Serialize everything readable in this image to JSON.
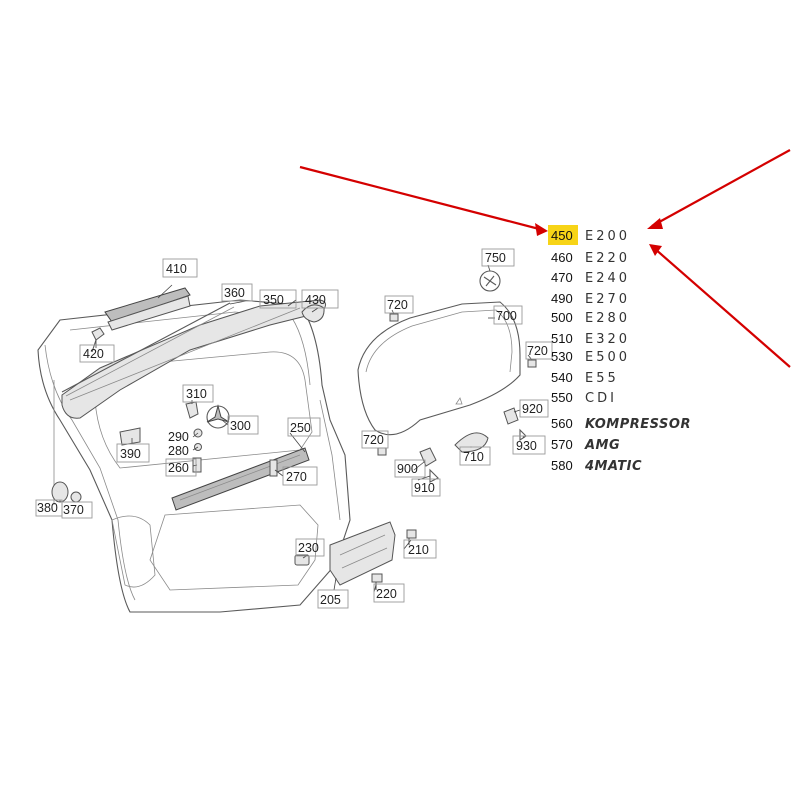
{
  "callouts": {
    "c410": "410",
    "c360": "360",
    "c350": "350",
    "c430": "430",
    "c420": "420",
    "c310": "310",
    "c300": "300",
    "c290": "290",
    "c280": "280",
    "c260": "260",
    "c390": "390",
    "c250": "250",
    "c270": "270",
    "c380": "380",
    "c370": "370",
    "c230": "230",
    "c210": "210",
    "c205": "205",
    "c220": "220",
    "c750": "750",
    "c720a": "720",
    "c700": "700",
    "c720b": "720",
    "c720c": "720",
    "c920": "920",
    "c930": "930",
    "c710": "710",
    "c900": "900",
    "c910": "910"
  },
  "badges": [
    {
      "number": "450",
      "text": "E200",
      "highlight": true
    },
    {
      "number": "460",
      "text": "E220"
    },
    {
      "number": "470",
      "text": "E240"
    },
    {
      "number": "490",
      "text": "E270"
    },
    {
      "number": "500",
      "text": "E280"
    },
    {
      "number": "510",
      "text": "E320"
    },
    {
      "number": "530",
      "text": "E500"
    },
    {
      "number": "540",
      "text": "E55"
    },
    {
      "number": "550",
      "text": "CDI"
    },
    {
      "number": "560",
      "text": "KOMPRESSOR"
    },
    {
      "number": "570",
      "text": "AMG"
    },
    {
      "number": "580",
      "text": "4MATIC"
    }
  ],
  "colors": {
    "highlight": "#f7d417",
    "arrow": "#d40000",
    "line": "#5a5a5a"
  }
}
